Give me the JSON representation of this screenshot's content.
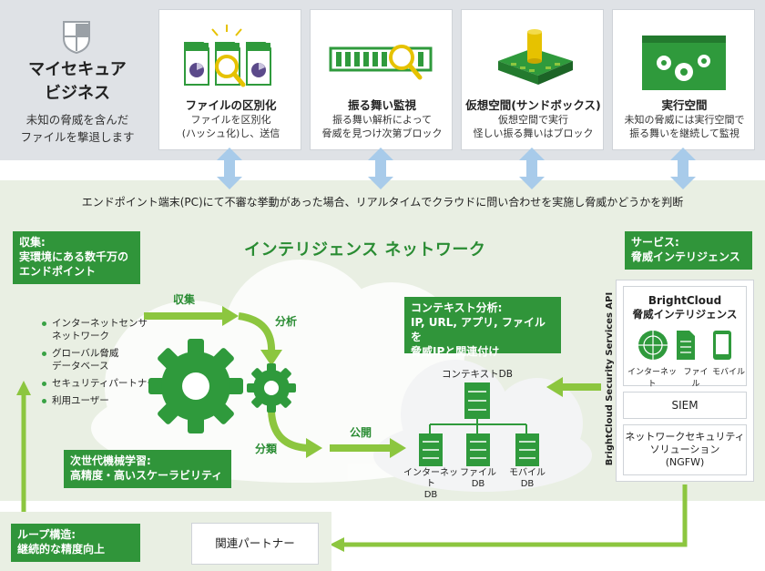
{
  "brand": {
    "title_line1": "マイセキュア",
    "title_line2": "ビジネス",
    "desc_line1": "未知の脅威を含んだ",
    "desc_line2": "ファイルを撃退します"
  },
  "cards": [
    {
      "title": "ファイルの区別化",
      "desc1": "ファイルを区別化",
      "desc2": "(ハッシュ化)し、送信"
    },
    {
      "title": "振る舞い監視",
      "desc1": "振る舞い解析によって",
      "desc2": "脅威を見つけ次第ブロック"
    },
    {
      "title": "仮想空間(サンドボックス)",
      "desc1": "仮想空間で実行",
      "desc2": "怪しい振る舞いはブロック"
    },
    {
      "title": "実行空間",
      "desc1": "未知の脅威には実行空間で",
      "desc2": "振る舞いを継続して監視"
    }
  ],
  "notice": "エンドポイント端末(PC)にて不審な挙動があった場合、リアルタイムでクラウドに問い合わせを実施し脅威かどうかを判断",
  "collect_box": {
    "line1": "収集:",
    "line2": "実環境にある数千万の",
    "line3": "エンドポイント"
  },
  "network_title": "インテリジェンス ネットワーク",
  "sources": [
    "インターネットセンサ",
    "ネットワーク",
    "グローバル脅威",
    "データベース",
    "セキュリティパートナー",
    "利用ユーザー"
  ],
  "flow": {
    "collect": "収集",
    "analyze": "分析",
    "classify": "分類",
    "publish": "公開"
  },
  "context_box": {
    "line1": "コンテキスト分析:",
    "line2": "IP, URL, アプリ, ファイルを",
    "line3": "脅威IPと関連付け"
  },
  "context_db": "コンテキストDB",
  "dbs": [
    {
      "line1": "インターネット",
      "line2": "DB"
    },
    {
      "line1": "ファイル",
      "line2": "DB"
    },
    {
      "line1": "モバイル",
      "line2": "DB"
    }
  ],
  "ml_box": {
    "line1": "次世代機械学習:",
    "line2": "高精度・高いスケーラビリティ"
  },
  "service_box": {
    "line1": "サービス:",
    "line2": "脅威インテリジェンス"
  },
  "api_label": "BrightCloud Security Services API",
  "brightcloud": {
    "title1": "BrightCloud",
    "title2": "脅威インテリジェンス",
    "icons": [
      "インターネット",
      "ファイル",
      "モバイル"
    ]
  },
  "siem": "SIEM",
  "ngfw": {
    "line1": "ネットワークセキュリティ",
    "line2": "ソリューション",
    "line3": "(NGFW)"
  },
  "loop_box": {
    "line1": "ループ構造:",
    "line2": "継続的な精度向上"
  },
  "partner": "関連パートナー",
  "colors": {
    "green": "#30953a",
    "light_green": "#8cc63f",
    "blue_arrow": "#a8cbea",
    "gray_band": "#dfe2e6"
  }
}
